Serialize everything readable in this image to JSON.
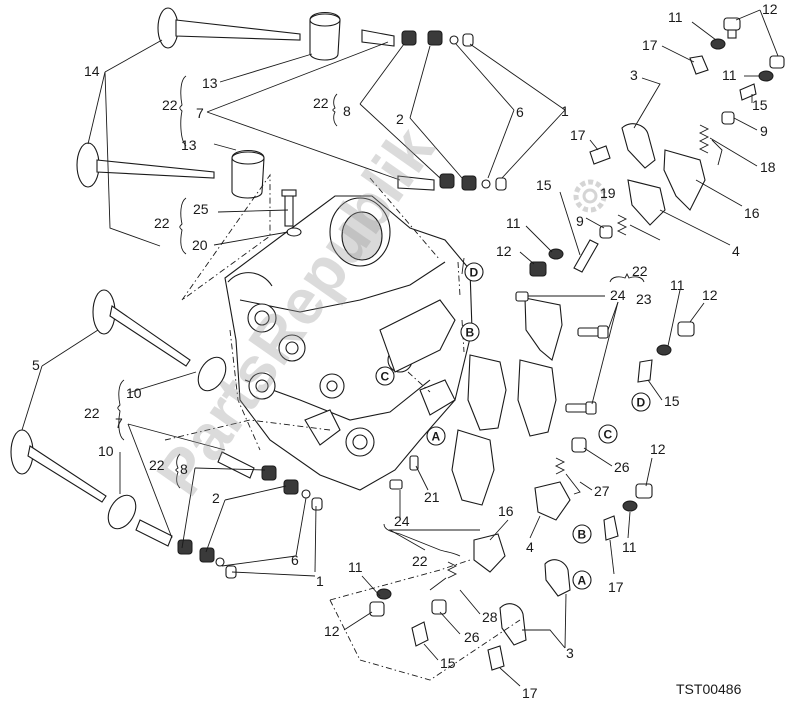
{
  "drawing_code": "TST00486",
  "watermark": "PartsRepublik",
  "callout_letters": [
    "A",
    "B",
    "C",
    "D"
  ],
  "labels": [
    {
      "id": "l14",
      "text": "14"
    },
    {
      "id": "l13a",
      "text": "13"
    },
    {
      "id": "l22a",
      "text": "22"
    },
    {
      "id": "l7a",
      "text": "7"
    },
    {
      "id": "l13b",
      "text": "13"
    },
    {
      "id": "l22b",
      "text": "22"
    },
    {
      "id": "l8a",
      "text": "8"
    },
    {
      "id": "l2a",
      "text": "2"
    },
    {
      "id": "l6a",
      "text": "6"
    },
    {
      "id": "l1a",
      "text": "1"
    },
    {
      "id": "l25",
      "text": "25"
    },
    {
      "id": "l22c",
      "text": "22"
    },
    {
      "id": "l20",
      "text": "20"
    },
    {
      "id": "l5",
      "text": "5"
    },
    {
      "id": "l10a",
      "text": "10"
    },
    {
      "id": "l22d",
      "text": "22"
    },
    {
      "id": "l7b",
      "text": "7"
    },
    {
      "id": "l10b",
      "text": "10"
    },
    {
      "id": "l22e",
      "text": "22"
    },
    {
      "id": "l8b",
      "text": "8"
    },
    {
      "id": "l2b",
      "text": "2"
    },
    {
      "id": "l6b",
      "text": "6"
    },
    {
      "id": "l1b",
      "text": "1"
    },
    {
      "id": "l11a",
      "text": "11"
    },
    {
      "id": "l12a",
      "text": "12"
    },
    {
      "id": "l17a",
      "text": "17"
    },
    {
      "id": "l3a",
      "text": "3"
    },
    {
      "id": "l11b",
      "text": "11"
    },
    {
      "id": "l15a",
      "text": "15"
    },
    {
      "id": "l9a",
      "text": "9"
    },
    {
      "id": "l18",
      "text": "18"
    },
    {
      "id": "l16a",
      "text": "16"
    },
    {
      "id": "l17b",
      "text": "17"
    },
    {
      "id": "l19",
      "text": "19"
    },
    {
      "id": "l15b",
      "text": "15"
    },
    {
      "id": "l9b",
      "text": "9"
    },
    {
      "id": "l4a",
      "text": "4"
    },
    {
      "id": "l11c",
      "text": "11"
    },
    {
      "id": "l12b",
      "text": "12"
    },
    {
      "id": "l22f",
      "text": "22"
    },
    {
      "id": "l24a",
      "text": "24"
    },
    {
      "id": "l23",
      "text": "23"
    },
    {
      "id": "l11d",
      "text": "11"
    },
    {
      "id": "l12c",
      "text": "12"
    },
    {
      "id": "l15c",
      "text": "15"
    },
    {
      "id": "l26a",
      "text": "26"
    },
    {
      "id": "l27",
      "text": "27"
    },
    {
      "id": "l21",
      "text": "21"
    },
    {
      "id": "l24b",
      "text": "24"
    },
    {
      "id": "l22g",
      "text": "22"
    },
    {
      "id": "l16b",
      "text": "16"
    },
    {
      "id": "l4b",
      "text": "4"
    },
    {
      "id": "l12d",
      "text": "12"
    },
    {
      "id": "l11e",
      "text": "11"
    },
    {
      "id": "l17c",
      "text": "17"
    },
    {
      "id": "l11f",
      "text": "11"
    },
    {
      "id": "l12e",
      "text": "12"
    },
    {
      "id": "l28",
      "text": "28"
    },
    {
      "id": "l26b",
      "text": "26"
    },
    {
      "id": "l3b",
      "text": "3"
    },
    {
      "id": "l15d",
      "text": "15"
    },
    {
      "id": "l17d",
      "text": "17"
    }
  ]
}
